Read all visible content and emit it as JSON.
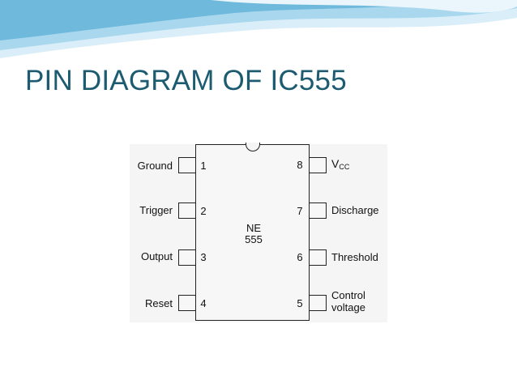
{
  "slide": {
    "title": "PIN DIAGRAM OF IC555"
  },
  "chip": {
    "name_line1": "NE",
    "name_line2": "555"
  },
  "pins_left": [
    {
      "number": "1",
      "label": "Ground"
    },
    {
      "number": "2",
      "label": "Trigger"
    },
    {
      "number": "3",
      "label": "Output"
    },
    {
      "number": "4",
      "label": "Reset"
    }
  ],
  "pins_right": [
    {
      "number": "8",
      "label_main": "V",
      "label_sub": "CC"
    },
    {
      "number": "7",
      "label": "Discharge"
    },
    {
      "number": "6",
      "label": "Threshold"
    },
    {
      "number": "5",
      "label_line1": "Control",
      "label_line2": "voltage"
    }
  ],
  "colors": {
    "title": "#1d5b70",
    "wave_light": "#cfe9f5",
    "wave_mid": "#8fcbe6",
    "wave_dark": "#5aaed3"
  }
}
